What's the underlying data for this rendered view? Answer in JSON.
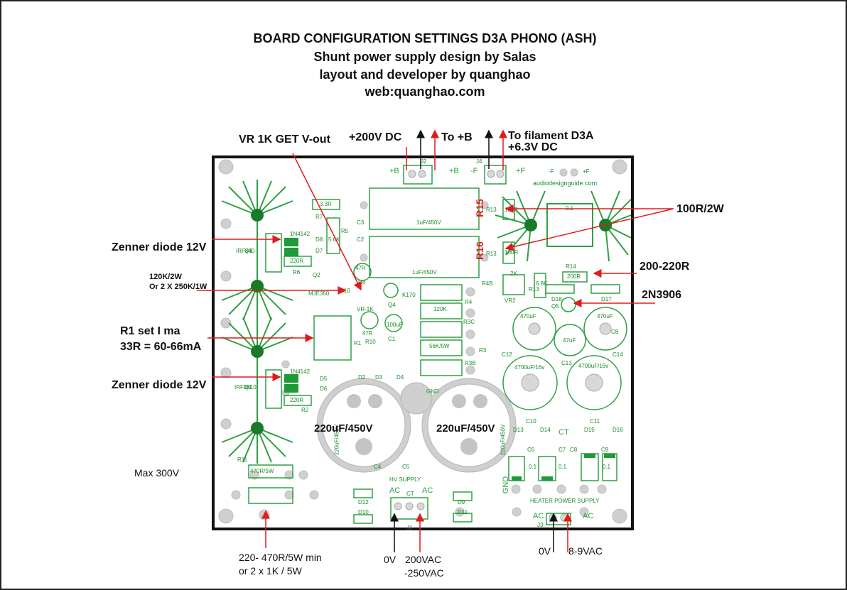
{
  "header": {
    "line1": "BOARD CONFIGURATION SETTINGS D3A PHONO (ASH)",
    "line2": "Shunt power supply design by Salas",
    "line3": "layout and developer by quanghao",
    "line4": "web:quanghao.com"
  },
  "callouts": {
    "vr": "VR 1K GET V-out",
    "v200": "+200V DC",
    "tob": "To +B",
    "tofil": "To filament D3A",
    "v63": "+6.3V DC",
    "r100_2w": "100R/2W",
    "r200": "200-220R",
    "n2n3906": "2N3906",
    "zen1": "Zenner diode 12V",
    "r120k_1": "120K/2W",
    "r120k_2": "Or 2 X 250K/1W",
    "r1set_1": "R1 set I ma",
    "r1set_2": "33R = 60-66mA",
    "zen2": "Zenner diode 12V",
    "max300": "Max 300V",
    "r470_1": "220- 470R/5W min",
    "r470_2": "or 2 x 1K / 5W",
    "v0a": "0V",
    "vac_1": "200VAC",
    "vac_2": "-250VAC",
    "v0b": "0V",
    "vac89": "8-9VAC"
  },
  "board": {
    "website": "audiodesignguide.com",
    "cap_big_left": "220uF/450V",
    "cap_big_right": "220uF/450V",
    "red_r15": "R15",
    "red_r16": "R16",
    "j2": "J2",
    "j4": "J4",
    "plus_b_left": "+B",
    "plus_b_right": "+B",
    "minus_f": "-F",
    "plus_f": "+F",
    "minus_f2": "-F",
    "plus_f2": "+F",
    "c3": "C3",
    "c2": "C2",
    "cap_450_1": "1uF/450V",
    "cap_450_2": "1uF/450V",
    "r13a": "R13",
    "r13b": "R13",
    "val_100r_a": "100R",
    "val_100r_b": "100R",
    "r0_1": "0.1",
    "r7": "R7",
    "r7_val": "3.3R",
    "r5": "R5",
    "r5_val": "5.6K",
    "d8": "D8",
    "d7": "D7",
    "in4142_a": "1N4142",
    "q3": "Q3",
    "irf840": "IRF840",
    "r6": "R6",
    "r6_val": "220R",
    "q2": "Q2",
    "mje350": "MJE350",
    "r10a": "R10",
    "r47a": "47R",
    "r8": "R8",
    "vr1k": "VR-1K",
    "q4": "Q4",
    "k170": "K170",
    "r4b": "R4B",
    "r4": "R4",
    "r120k": "120K",
    "r3c": "R3C",
    "r3": "R3",
    "r56k": "56K/5W",
    "r3b": "R3B",
    "c1": "C1",
    "c100": "100uF",
    "r47b": "47R",
    "r10b": "R10",
    "r1": "R1",
    "d5": "D5",
    "d6": "D6",
    "in4142_b": "1N4142",
    "q1": "Q1",
    "irf9610": "IRF9610",
    "r2": "R2",
    "r2_val": "220R",
    "d2": "D2",
    "d3": "D3",
    "d4": "D4",
    "c4": "C4",
    "c5": "C5",
    "c4_v": "220uF/450V",
    "c5_v": "220uF/450V",
    "gnd1": "GND",
    "gnd2": "GND",
    "hv": "HV SUPPLY",
    "ac1": "AC",
    "ct1": "CT",
    "ac2": "AC",
    "j1": "J1",
    "d12": "D12",
    "d10": "D10",
    "d9": "D9",
    "d11": "D11",
    "r11": "R11",
    "r11_val": "470R/5W",
    "vr2": "VR2",
    "k2": "2K",
    "r13c": "R13",
    "r68k": "6.8K",
    "r14": "R14",
    "r14_val": "200R",
    "d18": "D18",
    "d17": "D17",
    "q5": "Q5",
    "c12": "C12",
    "c470a": "470uF",
    "c13": "C13",
    "c47": "47uF",
    "c14": "C14",
    "c470b": "470uF",
    "c8": "C8",
    "c4700a": "4700uF/16v",
    "c4700b": "4700uF/16v",
    "c10": "C10",
    "c11": "C11",
    "ct2": "CT",
    "d13": "D13",
    "d14": "D14",
    "d15": "D15",
    "d16": "D16",
    "c6": "C6",
    "c7": "C7",
    "c8b": "C8",
    "c9": "C9",
    "cap01a": "0.1",
    "cap01b": "0.1",
    "cap01c": "0.1",
    "heater": "HEATER POWER SUPPLY",
    "ac3": "AC",
    "ac4": "AC",
    "j3": "J3"
  }
}
